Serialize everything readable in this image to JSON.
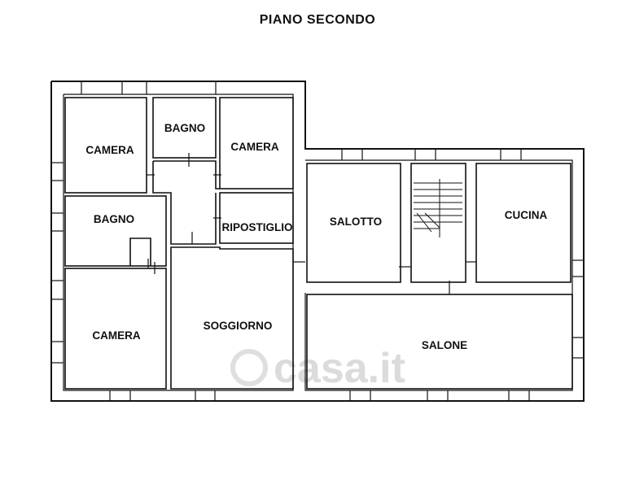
{
  "title": "PIANO SECONDO",
  "rooms": {
    "camera_top_left": "CAMERA",
    "bagno_top": "BAGNO",
    "camera_top_mid": "CAMERA",
    "bagno_mid": "BAGNO",
    "ripostiglio": "RIPOSTIGLIO",
    "salotto": "SALOTTO",
    "cucina": "CUCINA",
    "camera_bottom": "CAMERA",
    "soggiorno": "SOGGIORNO",
    "salone": "SALONE"
  },
  "watermark": "casa.it"
}
